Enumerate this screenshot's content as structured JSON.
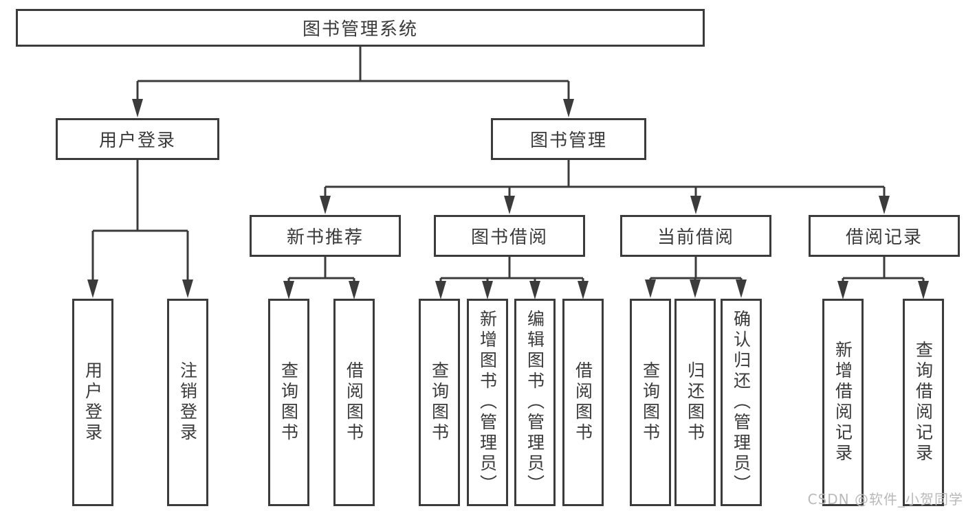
{
  "diagram": {
    "title": "图书管理系统",
    "nodes": {
      "root": "图书管理系统",
      "level2": [
        "用户登录",
        "图书管理"
      ],
      "level3": [
        "新书推荐",
        "图书借阅",
        "当前借阅",
        "借阅记录"
      ],
      "leaves_user_login": [
        "用户登录",
        "注销登录"
      ],
      "leaves_new_book": [
        "查询图书",
        "借阅图书"
      ],
      "leaves_book_borrow": [
        "查询图书",
        "新增图书（管理员）",
        "编辑图书（管理员）",
        "借阅图书"
      ],
      "leaves_current_borrow": [
        "查询图书",
        "归还图书",
        "确认归还（管理员）"
      ],
      "leaves_records": [
        "新增借阅记录",
        "查询借阅记录"
      ]
    }
  },
  "colors": {
    "line": "#3b3b3b",
    "text": "#3a3a3a",
    "watermark": "#b9b9b9",
    "background": "#ffffff"
  },
  "watermark": {
    "text": "CSDN @软件_小贺同学"
  }
}
